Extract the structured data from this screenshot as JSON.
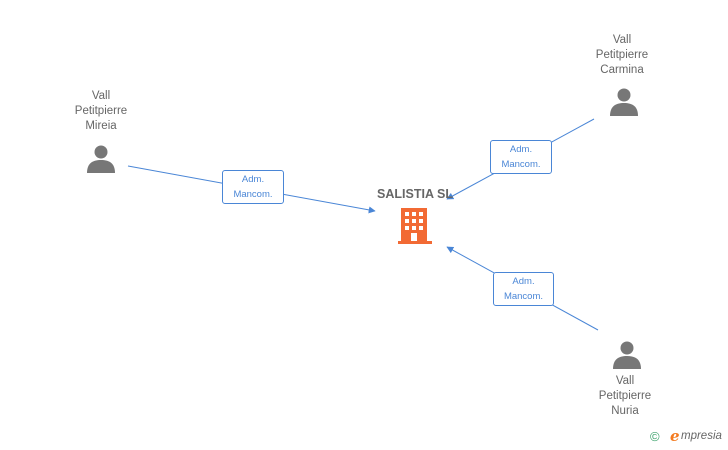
{
  "company": {
    "name": "SALISTIA SL",
    "icon": "building-icon",
    "icon_color": "#f26a34"
  },
  "people": [
    {
      "name_lines": [
        "Vall",
        "Petitpierre",
        "Mireia"
      ],
      "icon": "person-icon"
    },
    {
      "name_lines": [
        "Vall",
        "Petitpierre",
        "Carmina"
      ],
      "icon": "person-icon"
    },
    {
      "name_lines": [
        "Vall",
        "Petitpierre",
        "Nuria"
      ],
      "icon": "person-icon"
    }
  ],
  "relations": [
    {
      "lines": [
        "Adm.",
        "Mancom."
      ]
    },
    {
      "lines": [
        "Adm.",
        "Mancom."
      ]
    },
    {
      "lines": [
        "Adm.",
        "Mancom."
      ]
    }
  ],
  "colors": {
    "edge": "#4a86d6",
    "person_icon": "#777777",
    "text": "#666666"
  },
  "brand": {
    "copyright_symbol": "©",
    "logo_letter": "e",
    "logo_text": "mpresia"
  }
}
